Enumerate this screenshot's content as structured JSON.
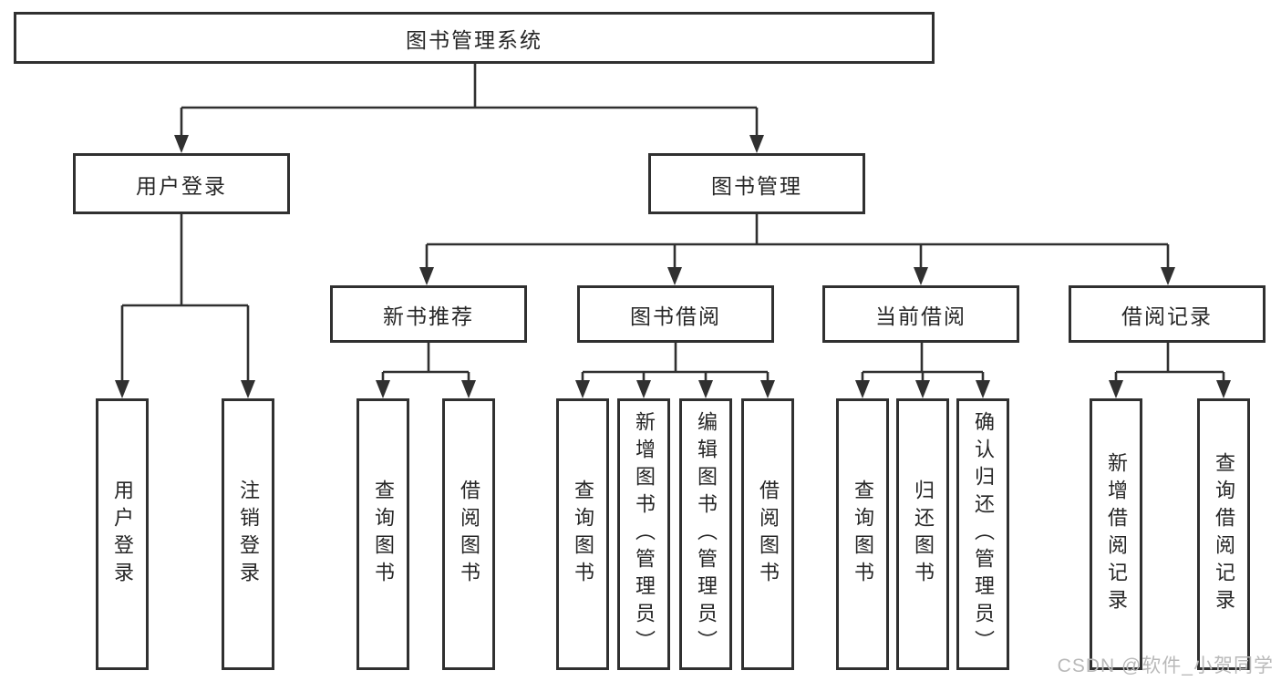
{
  "diagram_type": "hierarchy-tree",
  "colors": {
    "line": "#303030",
    "border": "#303030",
    "text": "#262626",
    "watermark": "#b9b9b9",
    "background": "#ffffff"
  },
  "tree": {
    "root": "图书管理系统",
    "children": [
      {
        "label": "用户登录",
        "children": [
          {
            "label": "用户登录"
          },
          {
            "label": "注销登录"
          }
        ]
      },
      {
        "label": "图书管理",
        "children": [
          {
            "label": "新书推荐",
            "children": [
              {
                "label": "查询图书"
              },
              {
                "label": "借阅图书"
              }
            ]
          },
          {
            "label": "图书借阅",
            "children": [
              {
                "label": "查询图书"
              },
              {
                "label": "新增图书（管理员）"
              },
              {
                "label": "编辑图书（管理员）"
              },
              {
                "label": "借阅图书"
              }
            ]
          },
          {
            "label": "当前借阅",
            "children": [
              {
                "label": "查询图书"
              },
              {
                "label": "归还图书"
              },
              {
                "label": "确认归还（管理员）"
              }
            ]
          },
          {
            "label": "借阅记录",
            "children": [
              {
                "label": "新增借阅记录"
              },
              {
                "label": "查询借阅记录"
              }
            ]
          }
        ]
      }
    ]
  },
  "watermark": {
    "text": "CSDN @软件_小贺同学"
  }
}
